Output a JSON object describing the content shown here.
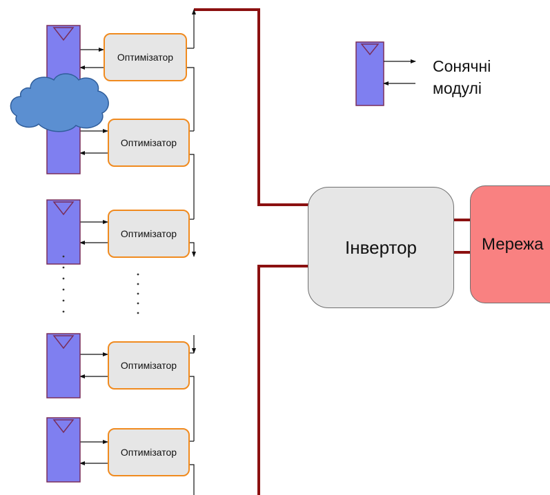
{
  "diagram": {
    "optimizer_label": "Оптимізатор",
    "inverter_label": "Інвертор",
    "grid_label": "Мережа",
    "legend": {
      "line1": "Сонячні",
      "line2": "модулі"
    },
    "colors": {
      "panel_fill": "#7f7ff0",
      "panel_stroke": "#7a2e5a",
      "optimizer_fill": "#e6e6e6",
      "optimizer_border": "#f08a1e",
      "bus_color": "#8b1010",
      "inverter_fill": "#e6e6e6",
      "grid_fill": "#f98181",
      "cloud_fill": "#5b8fd1",
      "cloud_stroke": "#2f5d9a"
    },
    "icons": [
      "solar-module-icon",
      "cloud-icon",
      "arrow-icon"
    ]
  }
}
